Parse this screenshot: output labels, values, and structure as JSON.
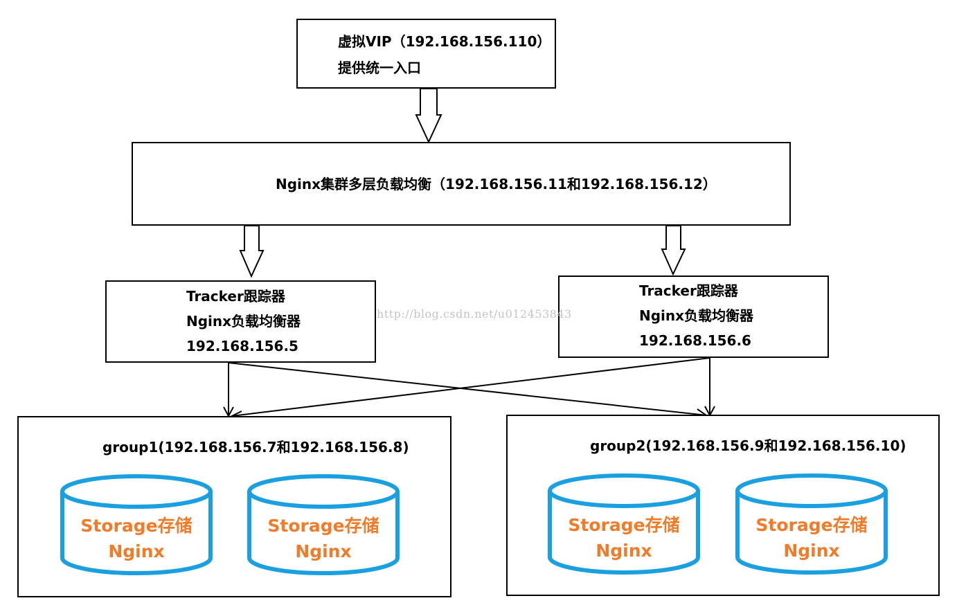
{
  "vip_box": {
    "line1": "虚拟VIP（192.168.156.110）",
    "line2": "提供统一入口"
  },
  "nginx_cluster_box": {
    "label": "Nginx集群多层负载均衡（192.168.156.11和192.168.156.12）"
  },
  "tracker_left": {
    "line1": "Tracker跟踪器",
    "line2": "Nginx负载均衡器",
    "line3": "192.168.156.5"
  },
  "tracker_right": {
    "line1": "Tracker跟踪器",
    "line2": "Nginx负载均衡器",
    "line3": "192.168.156.6"
  },
  "group1": {
    "title": "group1(192.168.156.7和192.168.156.8)",
    "storages": [
      {
        "line1": "Storage存储",
        "line2": "Nginx"
      },
      {
        "line1": "Storage存储",
        "line2": "Nginx"
      }
    ]
  },
  "group2": {
    "title": "group2(192.168.156.9和192.168.156.10)",
    "storages": [
      {
        "line1": "Storage存储",
        "line2": "Nginx"
      },
      {
        "line1": "Storage存储",
        "line2": "Nginx"
      }
    ]
  },
  "watermark": "http://blog.csdn.net/u012453843",
  "colors": {
    "border": "#000000",
    "storage_outline": "#1a9fe0",
    "storage_text": "#f07c2a",
    "watermark": "#c4c4c4"
  }
}
